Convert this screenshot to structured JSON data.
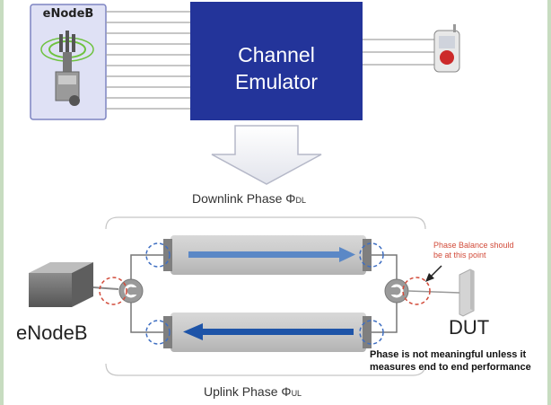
{
  "top": {
    "enodeb_label": "eNodeB",
    "emulator_line1": "Channel",
    "emulator_line2": "Emulator"
  },
  "bottom": {
    "downlink_label": "Downlink Phase Φ",
    "downlink_sub": "DL",
    "uplink_label": "Uplink Phase Φ",
    "uplink_sub": "UL",
    "enodeb_label": "eNodeB",
    "dut_label": "DUT",
    "phase_note_line1": "Phase Balance should",
    "phase_note_line2": "be at this point",
    "meaning_note": "Phase is not meaningful unless it measures end to end performance"
  },
  "colors": {
    "emulator_blue": "#23349a",
    "enodeb_panel": "#dfe1f5",
    "downlink_arrow": "#5b88c6",
    "uplink_arrow": "#1e54a8",
    "dashed_red": "#d24b3a",
    "dashed_blue": "#3f6fc2"
  }
}
